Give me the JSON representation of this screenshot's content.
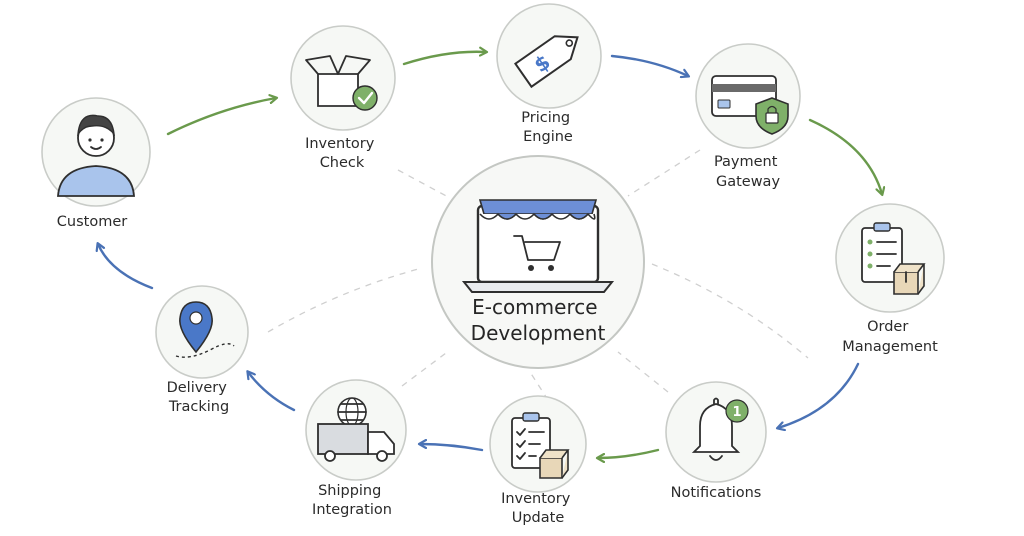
{
  "center": {
    "lines": [
      "E-commerce",
      "Development"
    ]
  },
  "nodes": [
    {
      "id": "customer",
      "lines": [
        "Customer"
      ]
    },
    {
      "id": "inventory-check",
      "lines": [
        "Inventory",
        "Check"
      ]
    },
    {
      "id": "pricing-engine",
      "lines": [
        "Pricing",
        "Engine"
      ]
    },
    {
      "id": "payment-gateway",
      "lines": [
        "Payment",
        "Gateway"
      ]
    },
    {
      "id": "order-management",
      "lines": [
        "Order",
        "Management"
      ]
    },
    {
      "id": "notifications",
      "lines": [
        "Notifications"
      ],
      "badge": "1"
    },
    {
      "id": "inventory-update",
      "lines": [
        "Inventory",
        "Update"
      ]
    },
    {
      "id": "shipping-integration",
      "lines": [
        "Shipping",
        "Integration"
      ]
    },
    {
      "id": "delivery-tracking",
      "lines": [
        "Delivery",
        "Tracking"
      ]
    }
  ],
  "colors": {
    "green_arrow": "#6a9a4c",
    "blue_arrow": "#4a72b5",
    "accent_green": "#7fb069",
    "accent_blue": "#4a78c8",
    "awning_blue": "#6d8fd6"
  }
}
